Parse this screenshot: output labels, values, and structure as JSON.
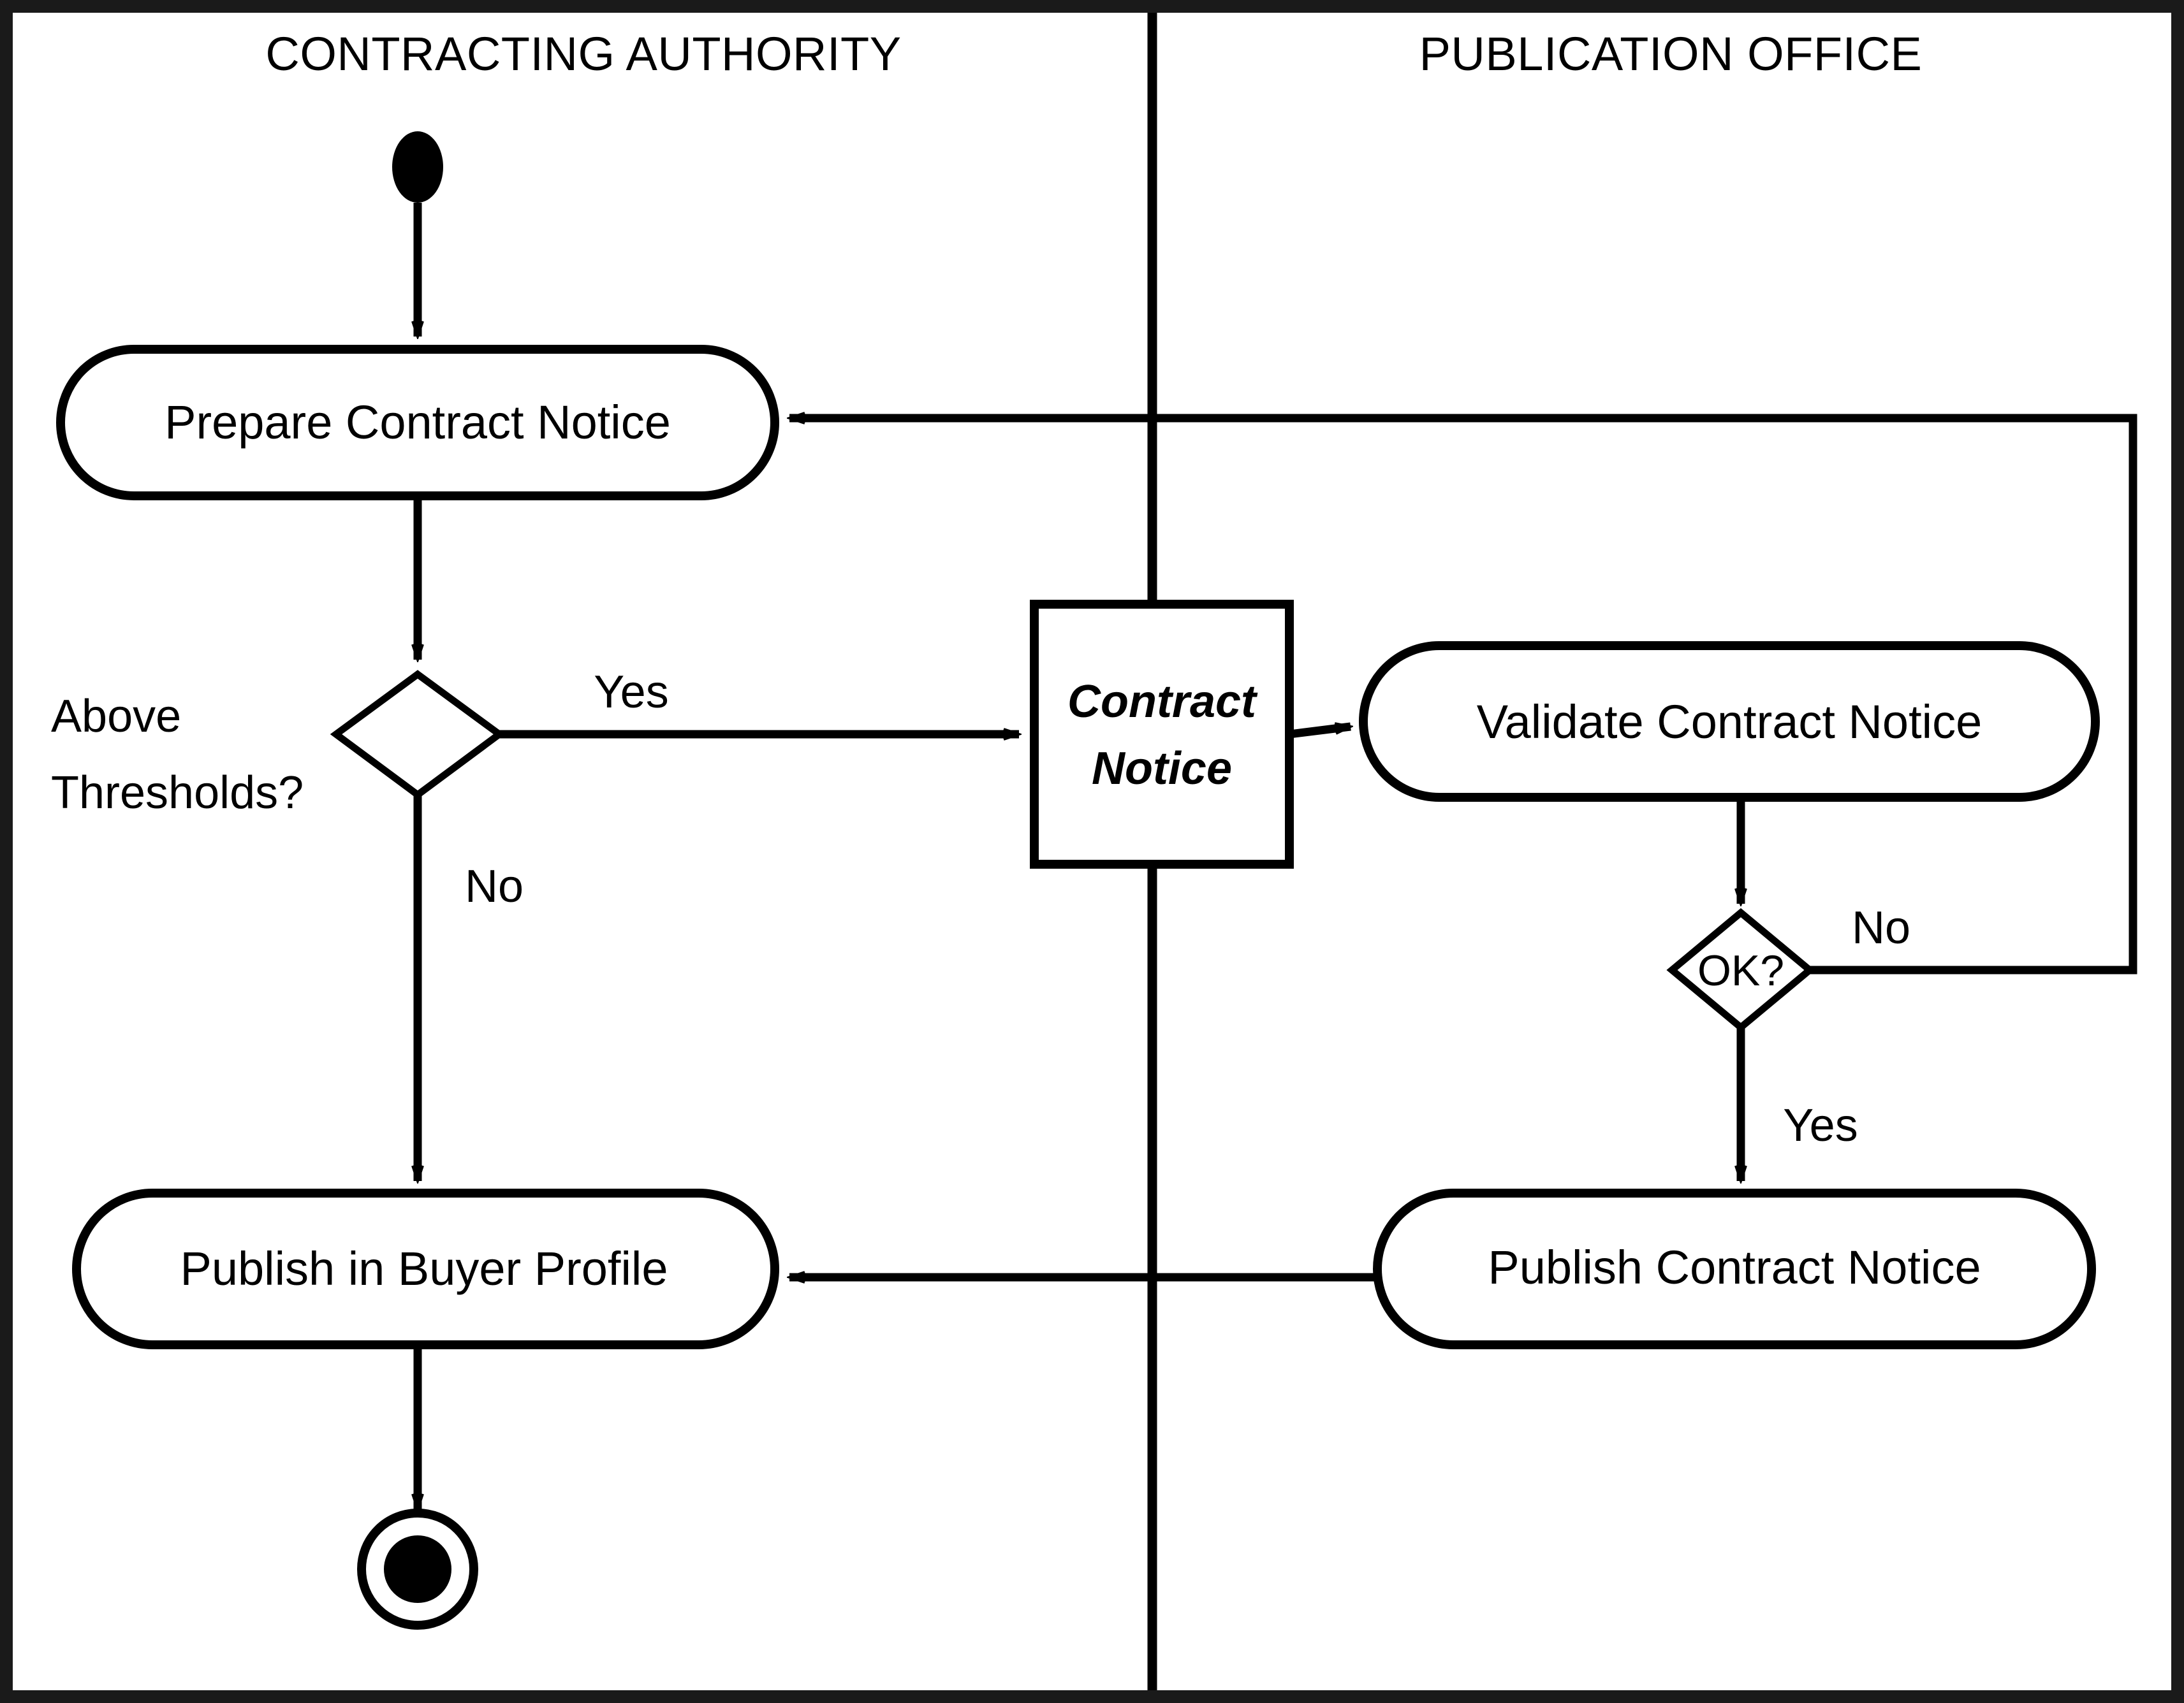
{
  "diagram": {
    "kind": "UML Activity Diagram",
    "colors": {
      "stroke": "#000000",
      "fill": "#ffffff",
      "frame": "#1a1a1a"
    },
    "swimlanes": [
      {
        "id": "contracting-authority",
        "title": "CONTRACTING AUTHORITY"
      },
      {
        "id": "publication-office",
        "title": "PUBLICATION OFFICE"
      }
    ],
    "nodes": {
      "start": {
        "type": "initial-node",
        "label": ""
      },
      "prepare": {
        "type": "activity",
        "label": "Prepare Contract Notice"
      },
      "above_thresholds": {
        "type": "decision",
        "label": "Above Thresholds?"
      },
      "contract_notice_object": {
        "type": "object-node",
        "line1": "Contract",
        "line2": "Notice"
      },
      "validate": {
        "type": "activity",
        "label": "Validate Contract Notice"
      },
      "ok": {
        "type": "decision",
        "label": "OK?"
      },
      "publish_contract_notice": {
        "type": "activity",
        "label": "Publish Contract Notice"
      },
      "publish_buyer_profile": {
        "type": "activity",
        "label": "Publish in Buyer Profile"
      },
      "final": {
        "type": "final-node",
        "label": ""
      }
    },
    "guards": {
      "above_thresholds_yes": "Yes",
      "above_thresholds_no": "No",
      "ok_no": "No",
      "ok_yes": "Yes"
    }
  }
}
